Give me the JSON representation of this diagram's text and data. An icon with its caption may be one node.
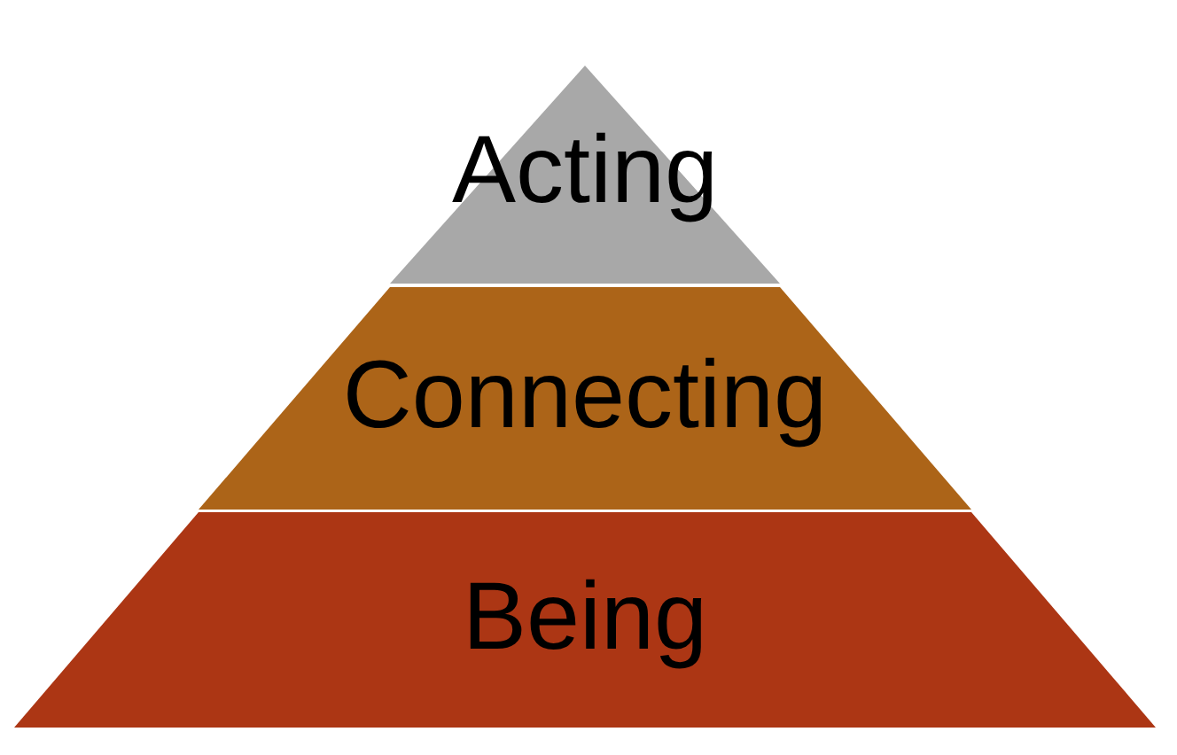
{
  "diagram": {
    "nodes": [
      {
        "text": [
          "Acting"
        ]
      },
      {
        "text": [
          "Connecting"
        ]
      },
      {
        "text": [
          "Being"
        ]
      }
    ]
  }
}
